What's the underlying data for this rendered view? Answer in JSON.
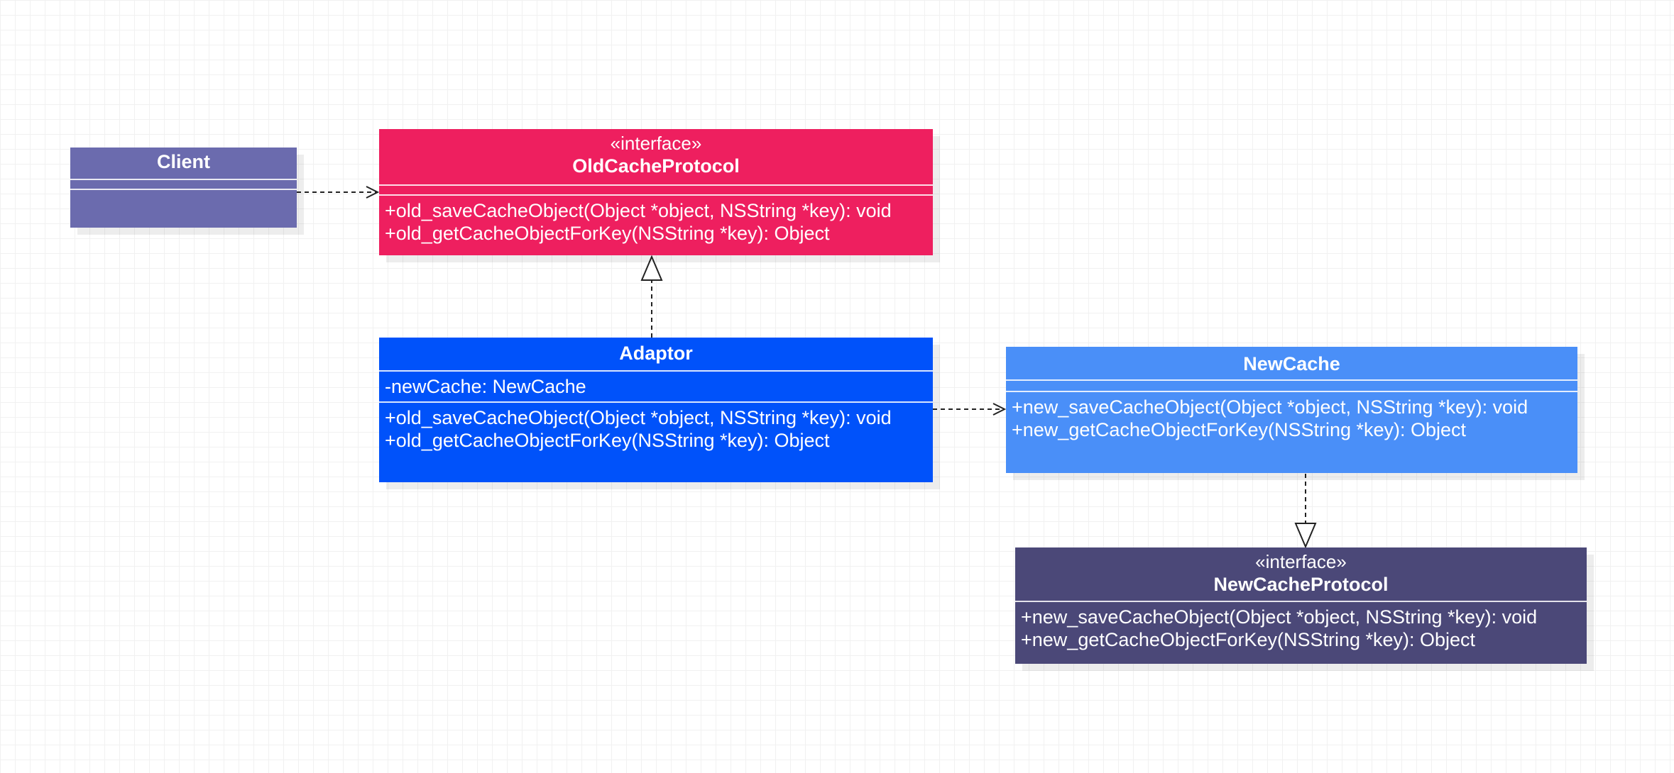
{
  "diagram": {
    "classes": [
      {
        "id": "client",
        "name": "Client",
        "stereotype": "",
        "attributes": [],
        "methods": [],
        "color": "#6b6bae"
      },
      {
        "id": "old_cache_protocol",
        "name": "OldCacheProtocol",
        "stereotype": "«interface»",
        "attributes": [],
        "methods": [
          "+old_saveCacheObject(Object *object, NSString *key): void",
          "+old_getCacheObjectForKey(NSString *key): Object"
        ],
        "color": "#ee1f5f"
      },
      {
        "id": "adaptor",
        "name": "Adaptor",
        "stereotype": "",
        "attributes": [
          "-newCache: NewCache"
        ],
        "methods": [
          "+old_saveCacheObject(Object *object, NSString *key): void",
          "+old_getCacheObjectForKey(NSString *key): Object"
        ],
        "color": "#0052fa"
      },
      {
        "id": "new_cache",
        "name": "NewCache",
        "stereotype": "",
        "attributes": [],
        "methods": [
          "+new_saveCacheObject(Object *object, NSString *key): void",
          "+new_getCacheObjectForKey(NSString *key): Object"
        ],
        "color": "#4a8ff8"
      },
      {
        "id": "new_cache_protocol",
        "name": "NewCacheProtocol",
        "stereotype": "«interface»",
        "attributes": [],
        "methods": [
          "+new_saveCacheObject(Object *object, NSString *key): void",
          "+new_getCacheObjectForKey(NSString *key): Object"
        ],
        "color": "#4b4878"
      }
    ],
    "relations": [
      {
        "from": "client",
        "to": "old_cache_protocol",
        "type": "dependency"
      },
      {
        "from": "adaptor",
        "to": "old_cache_protocol",
        "type": "realization"
      },
      {
        "from": "adaptor",
        "to": "new_cache",
        "type": "dependency"
      },
      {
        "from": "new_cache",
        "to": "new_cache_protocol",
        "type": "realization"
      }
    ]
  }
}
